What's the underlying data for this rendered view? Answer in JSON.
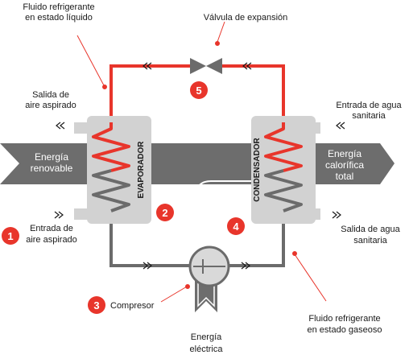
{
  "labels": {
    "liquid_refrigerant": [
      "Fluido refrigerante",
      "en estado líquido"
    ],
    "expansion_valve": "Válvula de expansión",
    "air_out": [
      "Salida de",
      "aire aspirado"
    ],
    "water_in": [
      "Entrada de agua",
      "sanitaria"
    ],
    "renewable_energy": [
      "Energía",
      "renovable"
    ],
    "heat_energy": [
      "Energía",
      "calorífica",
      "total"
    ],
    "evaporator": "EVAPORADOR",
    "condenser": "CONDENSADOR",
    "air_in": [
      "Entrada de",
      "aire aspirado"
    ],
    "water_out": [
      "Salida de agua",
      "sanitaria"
    ],
    "compressor": "Compresor",
    "electric_energy": [
      "Energía",
      "eléctrica"
    ],
    "gas_refrigerant": [
      "Fluido refrigerante",
      "en estado gaseoso"
    ]
  },
  "markers": {
    "m1": "1",
    "m2": "2",
    "m3": "3",
    "m4": "4",
    "m5": "5"
  },
  "colors": {
    "accent_red": "#e8352b",
    "pipe_gray": "#6b6b6b",
    "band_gray": "#6d6d6d",
    "unit_gray": "#d2d2d2",
    "text_dark": "#1a1a1a"
  },
  "icons": [
    "double-chevron-left-icon",
    "double-chevron-right-icon",
    "compressor-icon",
    "valve-icon"
  ]
}
